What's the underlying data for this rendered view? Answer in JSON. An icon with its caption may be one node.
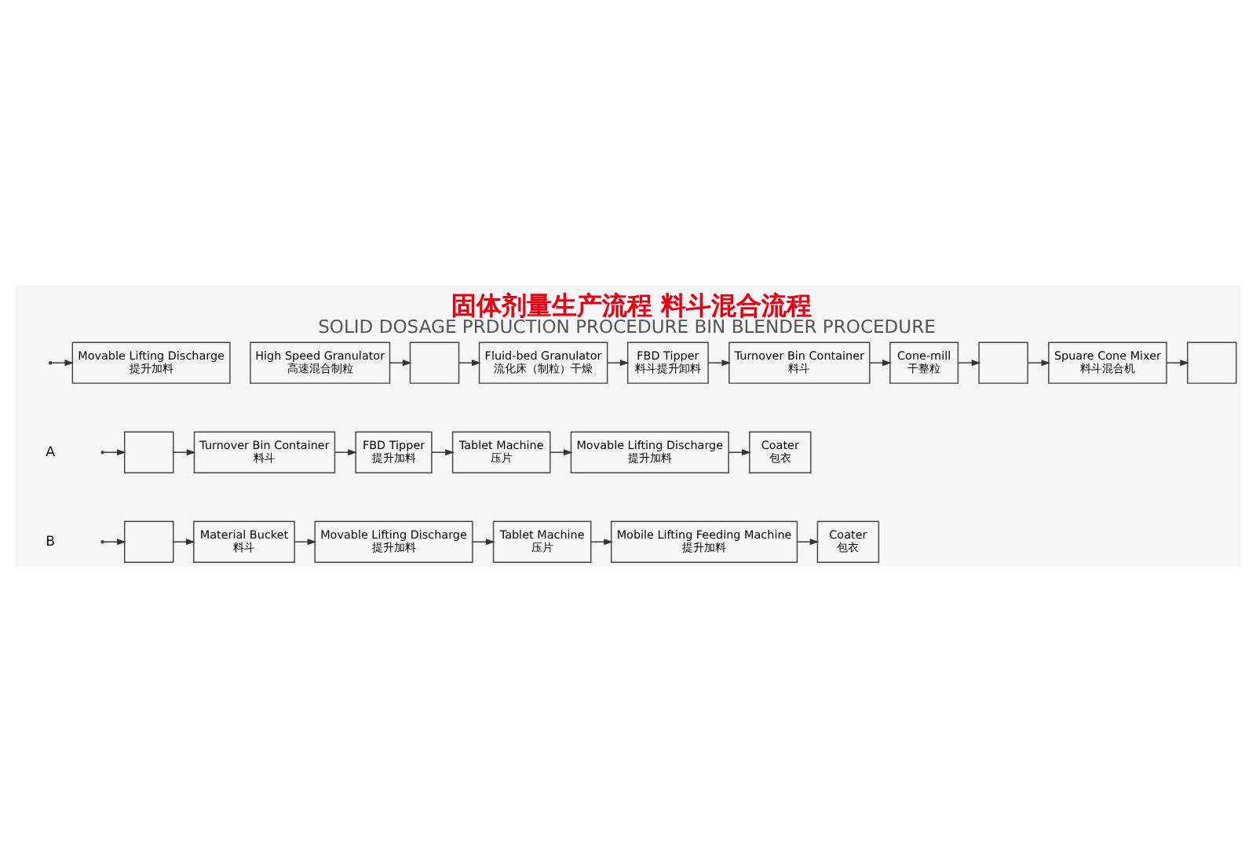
{
  "diagram": {
    "title": "固体剂量生产流程 料斗混合流程",
    "caption": "SOLID DOSAGE PRDUCTION PROCEDURE BIN BLENDER PROCEDURE",
    "nodes": [
      {
        "text": [
          "Movable Lifting Discharge",
          "提升加料"
        ]
      },
      {
        "text": [
          "High Speed Granulator",
          "高速混合制粒"
        ]
      },
      {
        "text": [],
        "shape": "box"
      },
      {
        "text": [
          "Fluid-bed Granulator",
          "流化床（制粒）干燥"
        ]
      },
      {
        "text": [
          "FBD Tipper",
          "料斗提升卸料"
        ]
      },
      {
        "text": [
          "Turnover Bin Container",
          "料斗"
        ]
      },
      {
        "text": [
          "Cone-mill",
          "干整粒"
        ]
      },
      {
        "text": [],
        "shape": "box"
      },
      {
        "text": [
          "Spuare Cone Mixer",
          "料斗混合机"
        ]
      },
      {
        "text": [],
        "shape": "box"
      },
      {
        "text": [],
        "shape": "box"
      },
      {
        "text": [
          "Turnover Bin Container",
          "料斗"
        ]
      },
      {
        "text": [
          "FBD Tipper",
          "提升加料"
        ]
      },
      {
        "text": [
          "Tablet Machine",
          "压片"
        ]
      },
      {
        "text": [
          "Movable Lifting Discharge",
          "提升加料"
        ]
      },
      {
        "text": [
          "Coater",
          "包衣"
        ]
      },
      {
        "text": [],
        "shape": "box"
      },
      {
        "text": [
          "Material Bucket",
          "料斗"
        ]
      },
      {
        "text": [
          "Movable Lifting Discharge",
          "提升加料"
        ]
      },
      {
        "text": [
          "Tablet Machine",
          "压片"
        ]
      },
      {
        "text": [
          "Mobile Lifting Feeding Machine",
          "提升加料"
        ]
      },
      {
        "text": [
          "Coater",
          "包衣"
        ]
      }
    ],
    "edges": [
      {
        "from": null,
        "to": 0,
        "arrow": "to"
      },
      {
        "from": 1,
        "to": 2,
        "arrow": "to"
      },
      {
        "from": 2,
        "to": 3,
        "arrow": "to"
      },
      {
        "from": 3,
        "to": 4,
        "arrow": "to"
      },
      {
        "from": 4,
        "to": 5,
        "arrow": "to"
      },
      {
        "from": 5,
        "to": 6,
        "arrow": "to"
      },
      {
        "from": 6,
        "to": 7,
        "arrow": "to"
      },
      {
        "from": 7,
        "to": 8,
        "arrow": "to"
      },
      {
        "from": 8,
        "to": 9,
        "arrow": "to"
      },
      {
        "from": null,
        "to": 10,
        "arrow": "to"
      },
      {
        "from": 10,
        "to": 11,
        "arrow": "to"
      },
      {
        "from": 11,
        "to": 12,
        "arrow": "to"
      },
      {
        "from": 12,
        "to": 13,
        "arrow": "to"
      },
      {
        "from": 13,
        "to": 14,
        "arrow": "to"
      },
      {
        "from": 14,
        "to": 15,
        "arrow": "to"
      },
      {
        "from": null,
        "to": 16,
        "arrow": "to"
      },
      {
        "from": 16,
        "to": 17,
        "arrow": "to"
      },
      {
        "from": 17,
        "to": 18,
        "arrow": "to"
      },
      {
        "from": 18,
        "to": 19,
        "arrow": "to"
      },
      {
        "from": 19,
        "to": 20,
        "arrow": "to"
      },
      {
        "from": 20,
        "to": 21,
        "arrow": "to"
      }
    ],
    "labels": [
      "A",
      "B"
    ]
  }
}
